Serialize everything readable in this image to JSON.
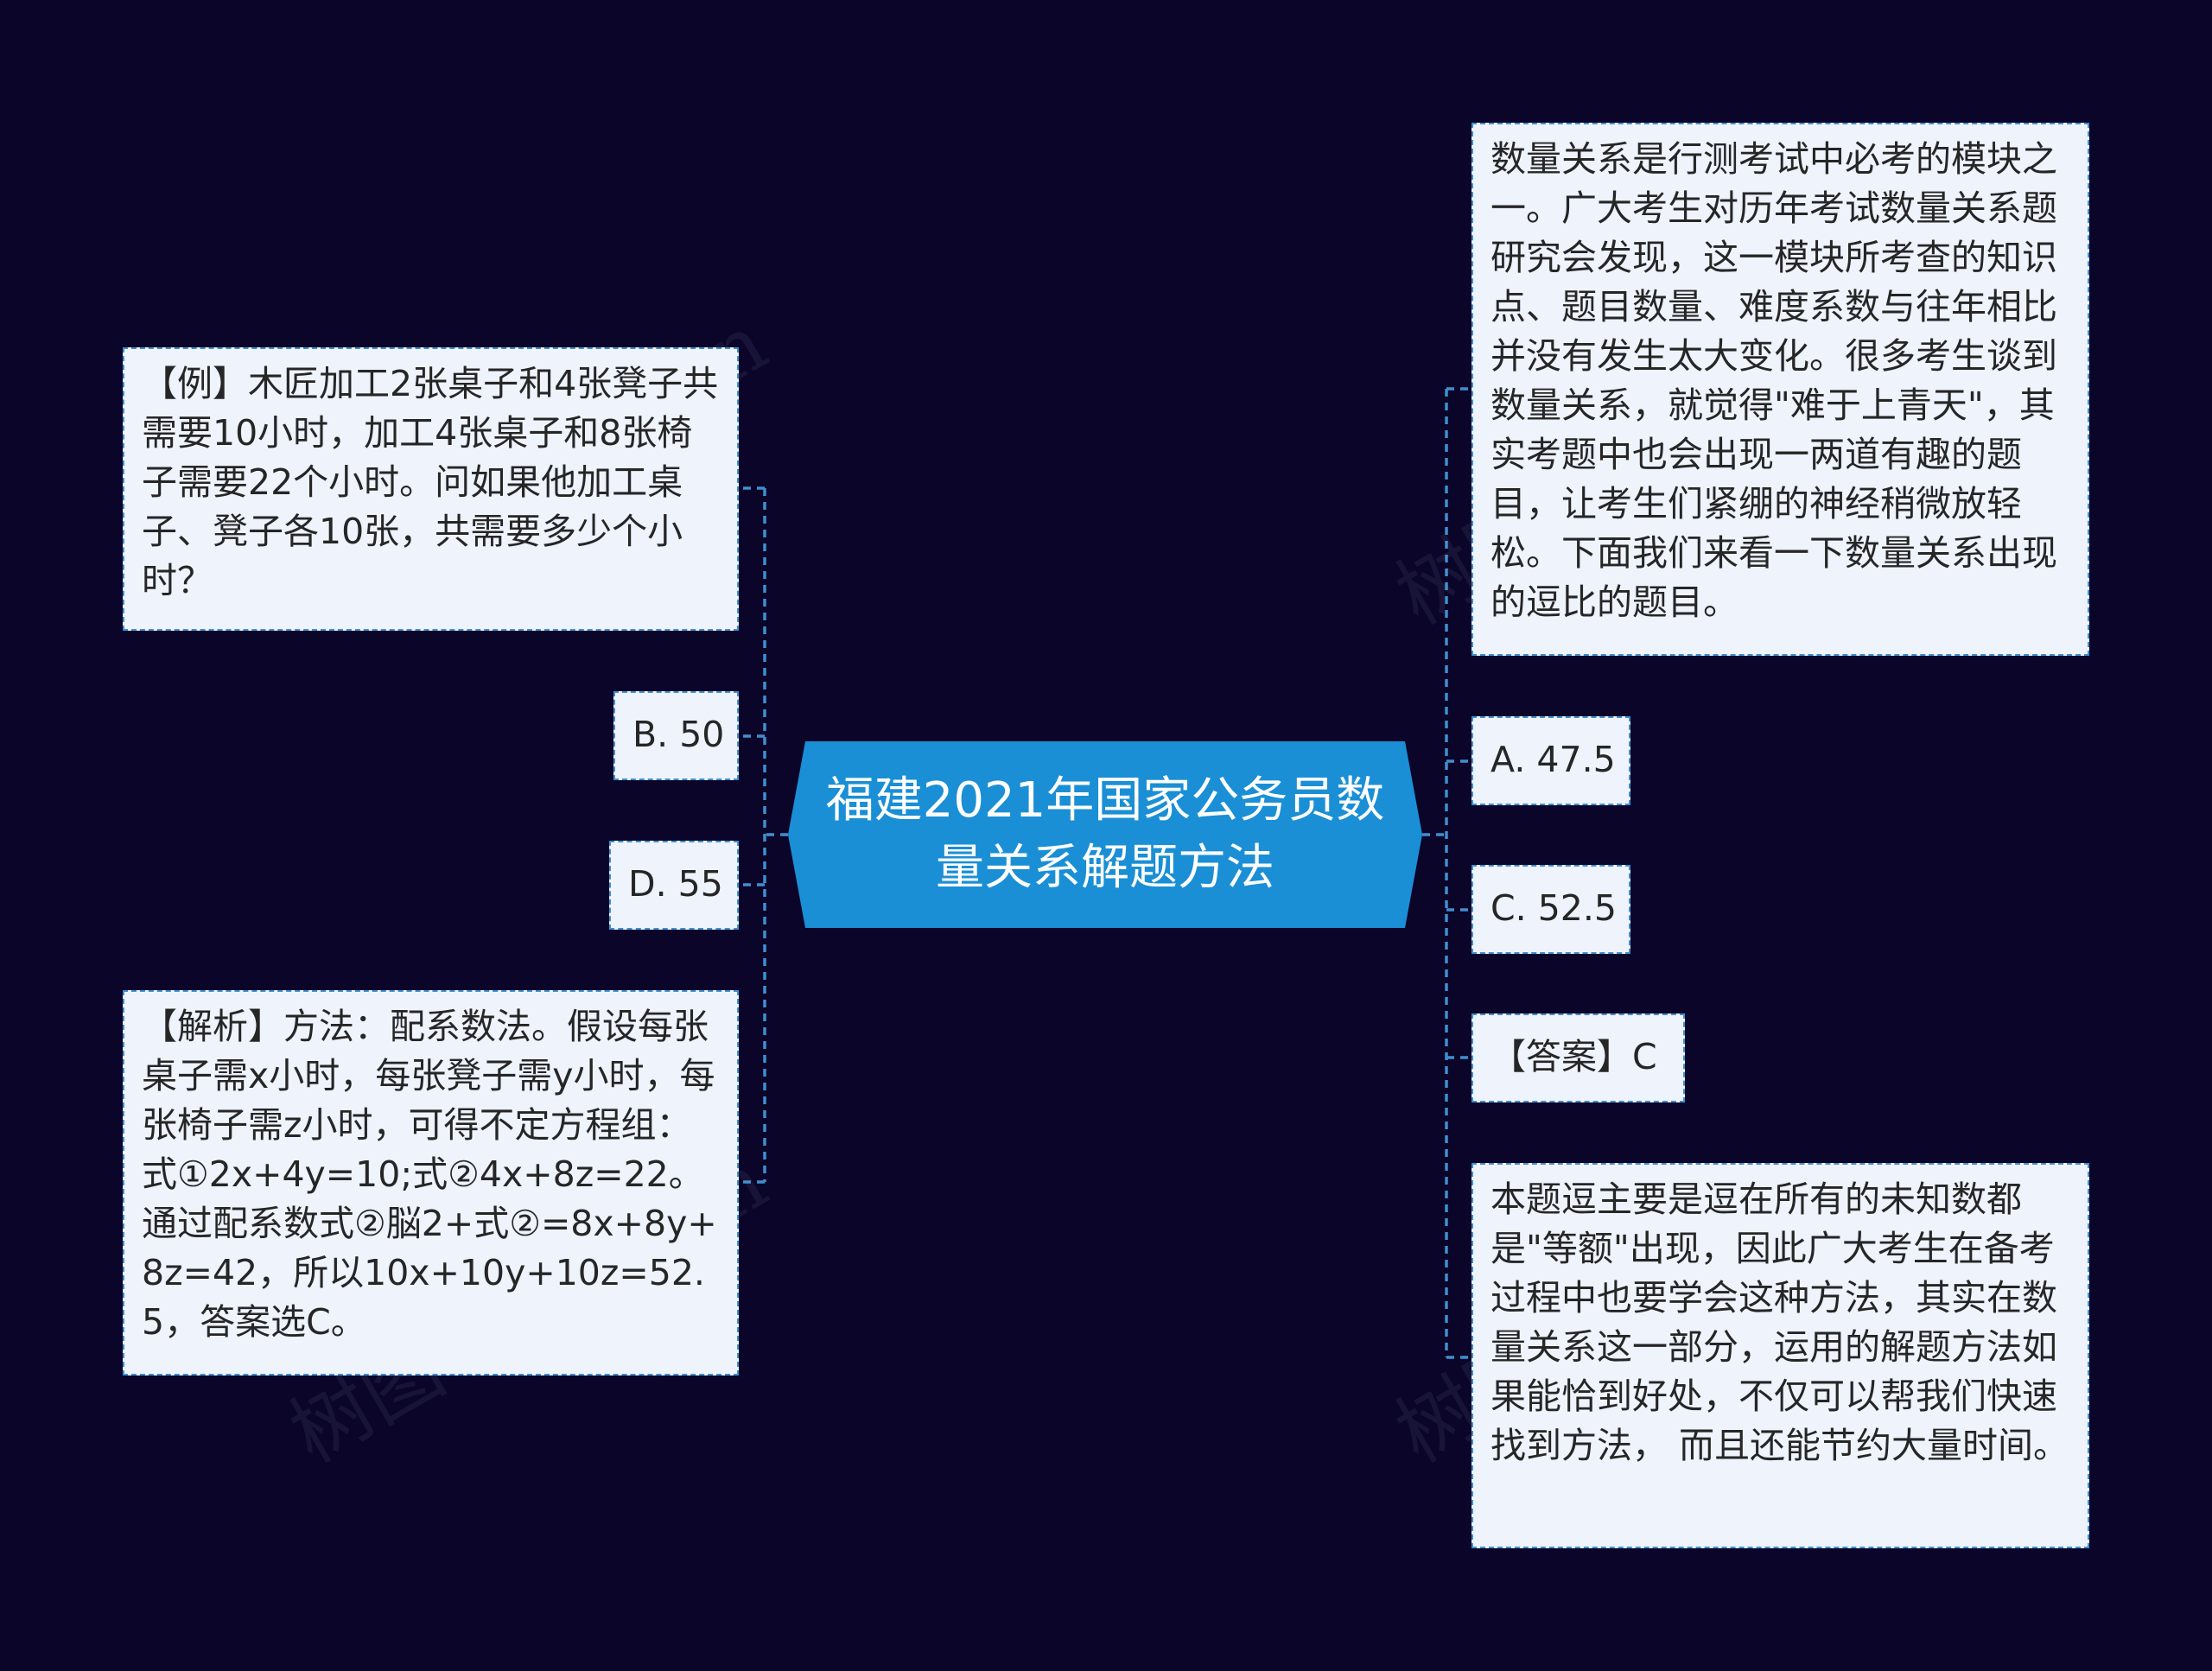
{
  "central_topic": "福建2021年国家公务员数量关系解题方法",
  "left_nodes": {
    "example": "【例】木匠加工2张桌子和4张凳子共需要10小时，加工4张桌子和8张椅子需要22个小时。问如果他加工桌子、凳子各10张，共需要多少个小时？",
    "option_b": "B. 50",
    "option_d": "D. 55",
    "analysis": "【解析】方法：配系数法。假设每张桌子需x小时，每张凳子需y小时，每张椅子需z小时，可得不定方程组：式①2x+4y=10;式②4x+8z=22。通过配系数式②脳2+式②=8x+8y+8z=42，所以10x+10y+10z=52.5，答案选C。"
  },
  "right_nodes": {
    "intro": "数量关系是行测考试中必考的模块之一。广大考生对历年考试数量关系题研究会发现，这一模块所考查的知识点、题目数量、难度系数与往年相比并没有发生太大变化。很多考生谈到数量关系，就觉得\"难于上青天\"，其实考题中也会出现一两道有趣的题目，让考生们紧绷的神经稍微放轻松。下面我们来看一下数量关系出现的逗比的题目。",
    "option_a": "A. 47.5",
    "option_c": "C. 52.5",
    "answer": "【答案】C",
    "summary": "本题逗主要是逗在所有的未知数都是\"等额\"出现，因此广大考生在备考过程中也要学会这种方法，其实在数量关系这一部分，运用的解题方法如果能恰到好处，不仅可以帮我们快速找到方法， 而且还能节约大量时间。"
  },
  "watermark": "树图 shutu.cn",
  "colors": {
    "background": "#0a0529",
    "central_fill": "#1a8fd6",
    "node_fill": "#eef3fc",
    "connector": "#3f8fcf"
  }
}
